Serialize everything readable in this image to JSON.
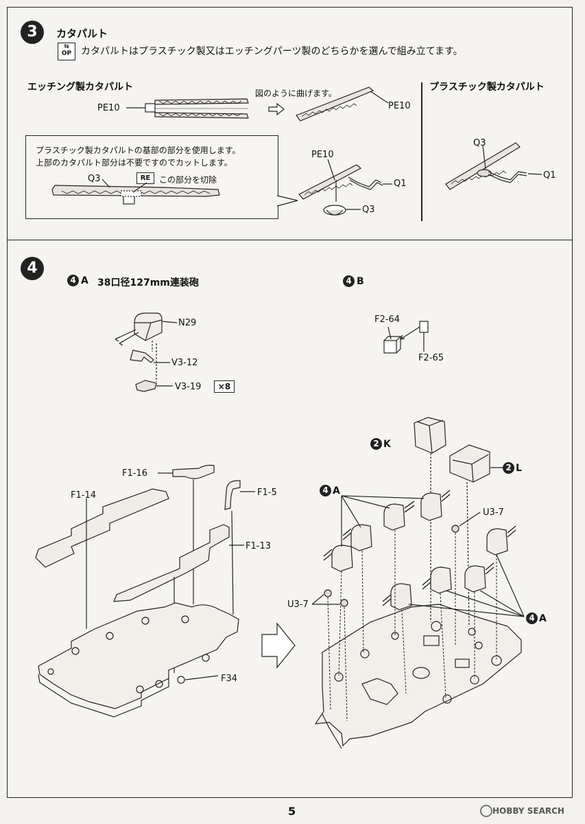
{
  "page_number": "5",
  "watermark": "HOBBY SEARCH",
  "step3": {
    "number": "3",
    "title": "カタパルト",
    "op_badge": "OP",
    "instruction": "カタパルトはプラスチック製又はエッチングパーツ製のどちらかを選んで組み立てます。",
    "etching_title": "エッチング製カタパルト",
    "plastic_title": "プラスチック製カタパルト",
    "bend_note": "図のように曲げます。",
    "note_line1": "プラスチック製カタパルトの基部の部分を使用します。",
    "note_line2": "上部のカタパルト部分は不要ですのでカットします。",
    "re_badge": "RE",
    "cut_label": "この部分を切除",
    "labels": {
      "pe10_a": "PE10",
      "pe10_b": "PE10",
      "pe10_c": "PE10",
      "q3_a": "Q3",
      "q3_b": "Q3",
      "q3_c": "Q3",
      "q1_a": "Q1",
      "q1_b": "Q1"
    }
  },
  "step4": {
    "number": "4",
    "sub_a_badge": "4",
    "sub_a_letter": "A",
    "sub_a_title": "38口径127mm連装砲",
    "sub_b_badge": "4",
    "sub_b_letter": "B",
    "multiplier": "×8",
    "labels": {
      "n29": "N29",
      "v3_12": "V3-12",
      "v3_19": "V3-19",
      "f2_64": "F2-64",
      "f2_65": "F2-65",
      "f1_16": "F1-16",
      "f1_14": "F1-14",
      "f1_5": "F1-5",
      "f1_13": "F1-13",
      "f34": "F34",
      "u3_7_a": "U3-7",
      "u3_7_b": "U3-7"
    },
    "callouts": {
      "k_num": "2",
      "k_letter": "K",
      "l_num": "2",
      "l_letter": "L",
      "a1_num": "4",
      "a1_letter": "A",
      "a2_num": "4",
      "a2_letter": "A"
    }
  }
}
